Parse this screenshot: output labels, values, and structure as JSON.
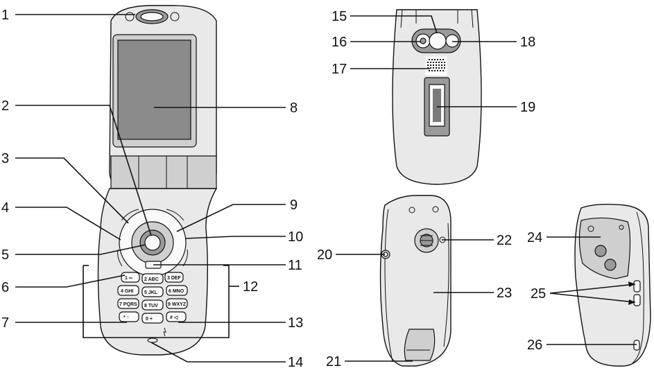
{
  "callouts": [
    {
      "id": "1",
      "label": "1"
    },
    {
      "id": "2",
      "label": "2"
    },
    {
      "id": "3",
      "label": "3"
    },
    {
      "id": "4",
      "label": "4"
    },
    {
      "id": "5",
      "label": "5"
    },
    {
      "id": "6",
      "label": "6"
    },
    {
      "id": "7",
      "label": "7"
    },
    {
      "id": "8",
      "label": "8"
    },
    {
      "id": "9",
      "label": "9"
    },
    {
      "id": "10",
      "label": "10"
    },
    {
      "id": "11",
      "label": "11"
    },
    {
      "id": "12",
      "label": "12"
    },
    {
      "id": "13",
      "label": "13"
    },
    {
      "id": "14",
      "label": "14"
    },
    {
      "id": "15",
      "label": "15"
    },
    {
      "id": "16",
      "label": "16"
    },
    {
      "id": "17",
      "label": "17"
    },
    {
      "id": "18",
      "label": "18"
    },
    {
      "id": "19",
      "label": "19"
    },
    {
      "id": "20",
      "label": "20"
    },
    {
      "id": "21",
      "label": "21"
    },
    {
      "id": "22",
      "label": "22"
    },
    {
      "id": "23",
      "label": "23"
    },
    {
      "id": "24",
      "label": "24"
    },
    {
      "id": "25",
      "label": "25"
    },
    {
      "id": "26",
      "label": "26"
    }
  ],
  "keypad": {
    "keys": [
      "1 ∞",
      "2 ABC",
      "3 DEF",
      "4 GHI",
      "5 JKL",
      "6 MNO",
      "7 PQRS",
      "8 TUV",
      "9 WXYZ",
      "* ↑",
      "0 +",
      "# ◁"
    ]
  }
}
